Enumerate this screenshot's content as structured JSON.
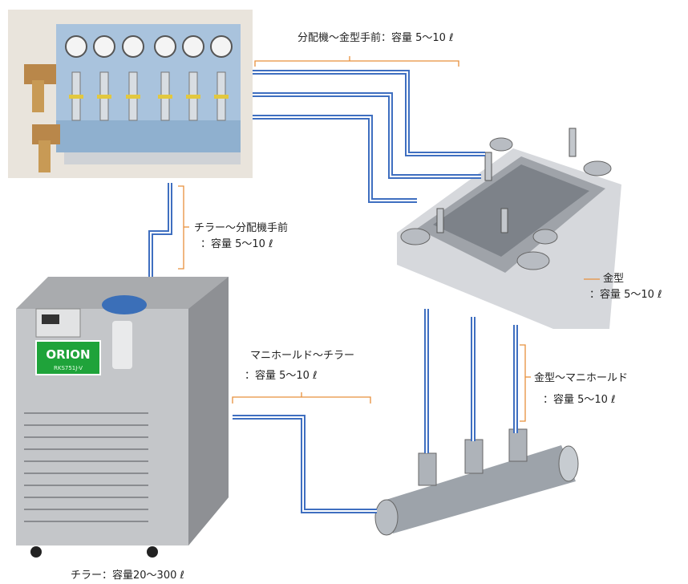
{
  "labels": {
    "distributor_to_mold": "分配機～金型手前：容量 5～10 ℓ",
    "chiller_to_distributor_line1": "チラー～分配機手前",
    "chiller_to_distributor_line2": "：容量 5～10 ℓ",
    "mold_line1": "金型",
    "mold_line2": "：容量 5～10 ℓ",
    "mold_to_manifold_line1": "金型～マニホールド",
    "mold_to_manifold_line2": "：容量 5～10 ℓ",
    "manifold_to_chiller_line1": "マニホールド～チラー",
    "manifold_to_chiller_line2": "：容量 5～10 ℓ",
    "chiller": "チラー：容量20～300 ℓ"
  },
  "chiller_logo": {
    "brand": "ORION",
    "model": "RKS751J-V"
  },
  "colors": {
    "pipe": "#3f6fc0",
    "bracket": "#e8903c",
    "logo_green": "#1fa33a"
  }
}
